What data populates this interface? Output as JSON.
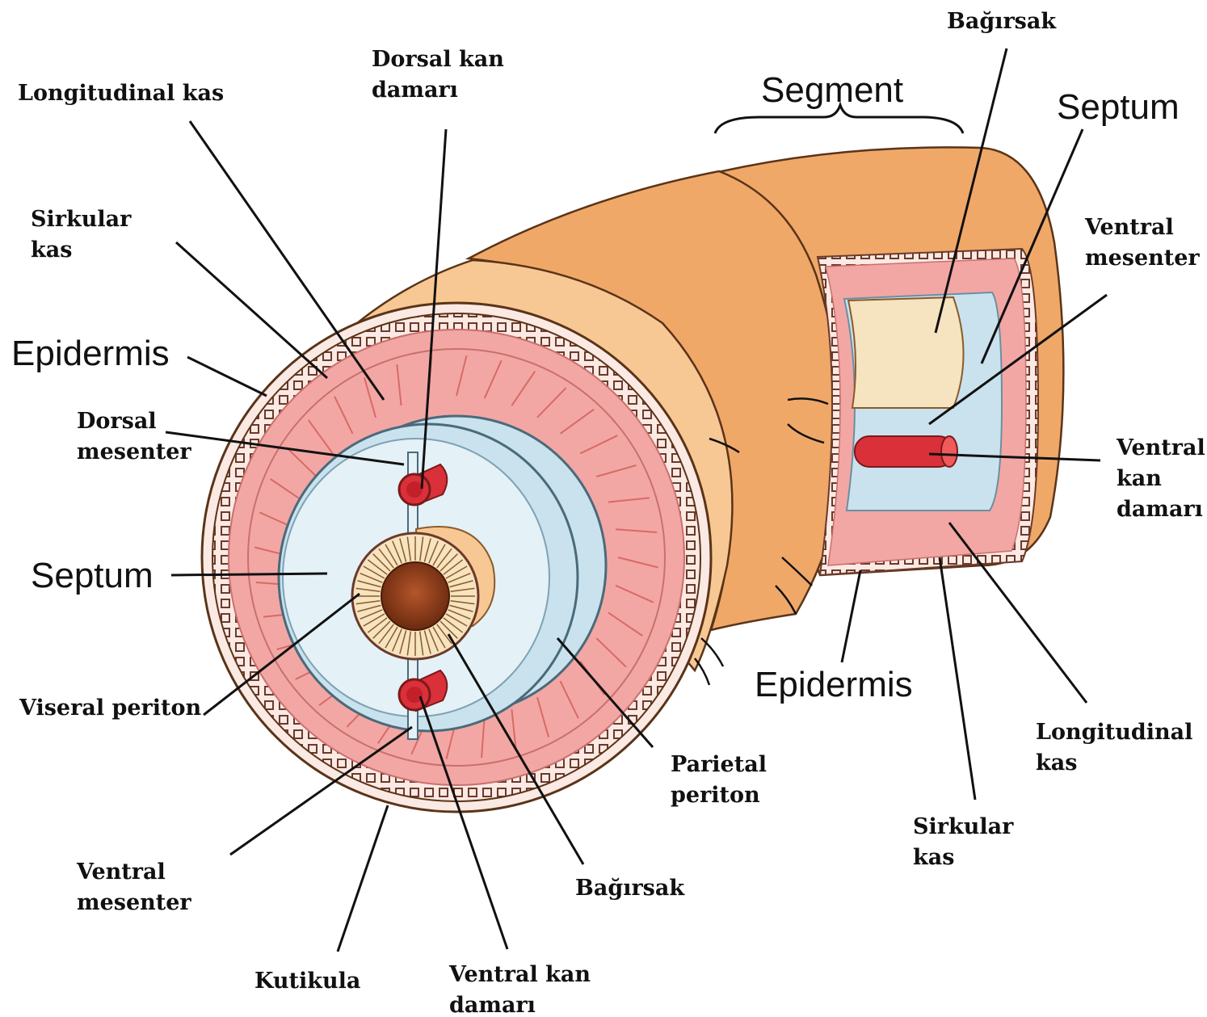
{
  "colors": {
    "body": "#f0a868",
    "body_light": "#f8c894",
    "body_dark": "#d98a4c",
    "muscle": "#f2a7a4",
    "muscle_stroke": "#d97a78",
    "coelom": "#c9e2ee",
    "coelom_light": "#e4f1f7",
    "vessel": "#d9303a",
    "gut_lumen": "#8a3d1c",
    "gut_wall": "#f6e3bf"
  },
  "labels": {
    "longitudinal_kas_left": [
      "Longitudinal kas"
    ],
    "dorsal_kan_damari_top": [
      "Dorsal kan",
      "damarı"
    ],
    "sirkular_kas_left": [
      "Sirkular",
      "kas"
    ],
    "epidermis_left": [
      "Epidermis"
    ],
    "dorsal_mesenter": [
      "Dorsal",
      "mesenter"
    ],
    "septum_left": [
      "Septum"
    ],
    "viseral_periton": [
      "Viseral periton"
    ],
    "ventral_mesenter_left": [
      "Ventral",
      "mesenter"
    ],
    "kutikula": [
      "Kutikula"
    ],
    "ventral_kan_damari_bottom": [
      "Ventral kan",
      "damarı"
    ],
    "bagirsak_bottom": [
      "Bağırsak"
    ],
    "parietal_periton": [
      "Parietal",
      "periton"
    ],
    "segment": [
      "Segment"
    ],
    "bagirsak_top": [
      "Bağırsak"
    ],
    "septum_right": [
      "Septum"
    ],
    "ventral_mesenter_right": [
      "Ventral",
      "mesenter"
    ],
    "ventral_kan_damari_right": [
      "Ventral",
      "kan",
      "damarı"
    ],
    "epidermis_right": [
      "Epidermis"
    ],
    "longitudinal_kas_right": [
      "Longitudinal",
      "kas"
    ],
    "sirkular_kas_right": [
      "Sirkular",
      "kas"
    ]
  }
}
